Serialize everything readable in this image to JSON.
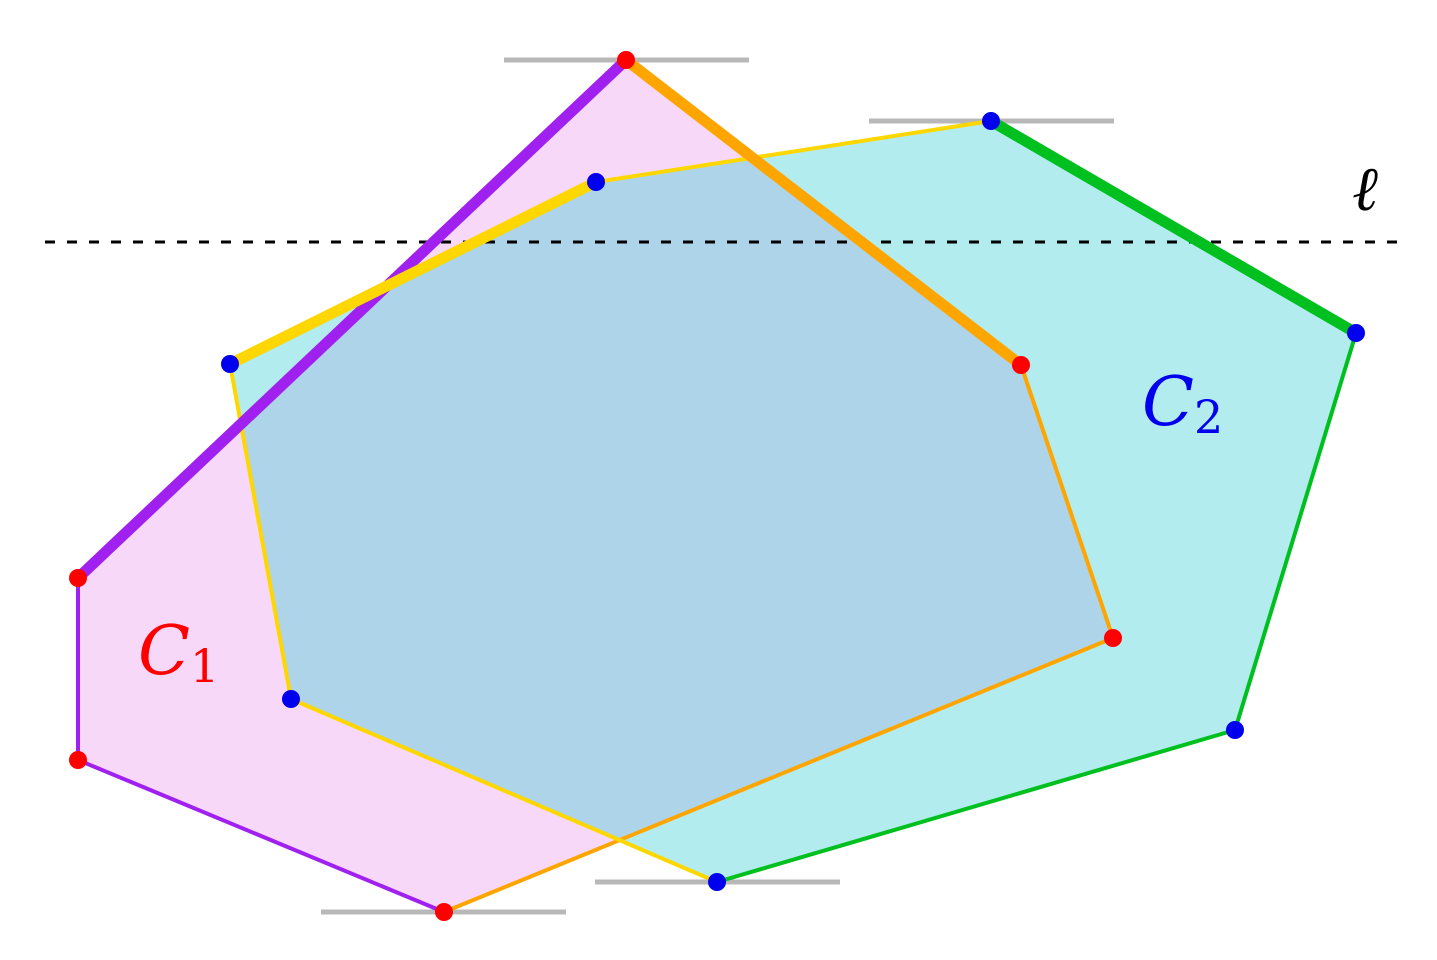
{
  "labels": {
    "c1_main": "C",
    "c1_sub": "1",
    "c2_main": "C",
    "c2_sub": "2",
    "line": "ℓ"
  },
  "colors": {
    "c1_fill": "#f0a8f0",
    "c2_fill": "#7fdfe0",
    "purple": "#a020f0",
    "orange": "#ffa500",
    "yellow": "#ffd700",
    "green": "#00c020",
    "red_vertex": "#ff0000",
    "blue_vertex": "#0000ff",
    "c1_label": "#ff0000",
    "c2_label": "#0000ff",
    "tangent_gray": "#b8b8b8",
    "dotted_line": "#000000"
  }
}
